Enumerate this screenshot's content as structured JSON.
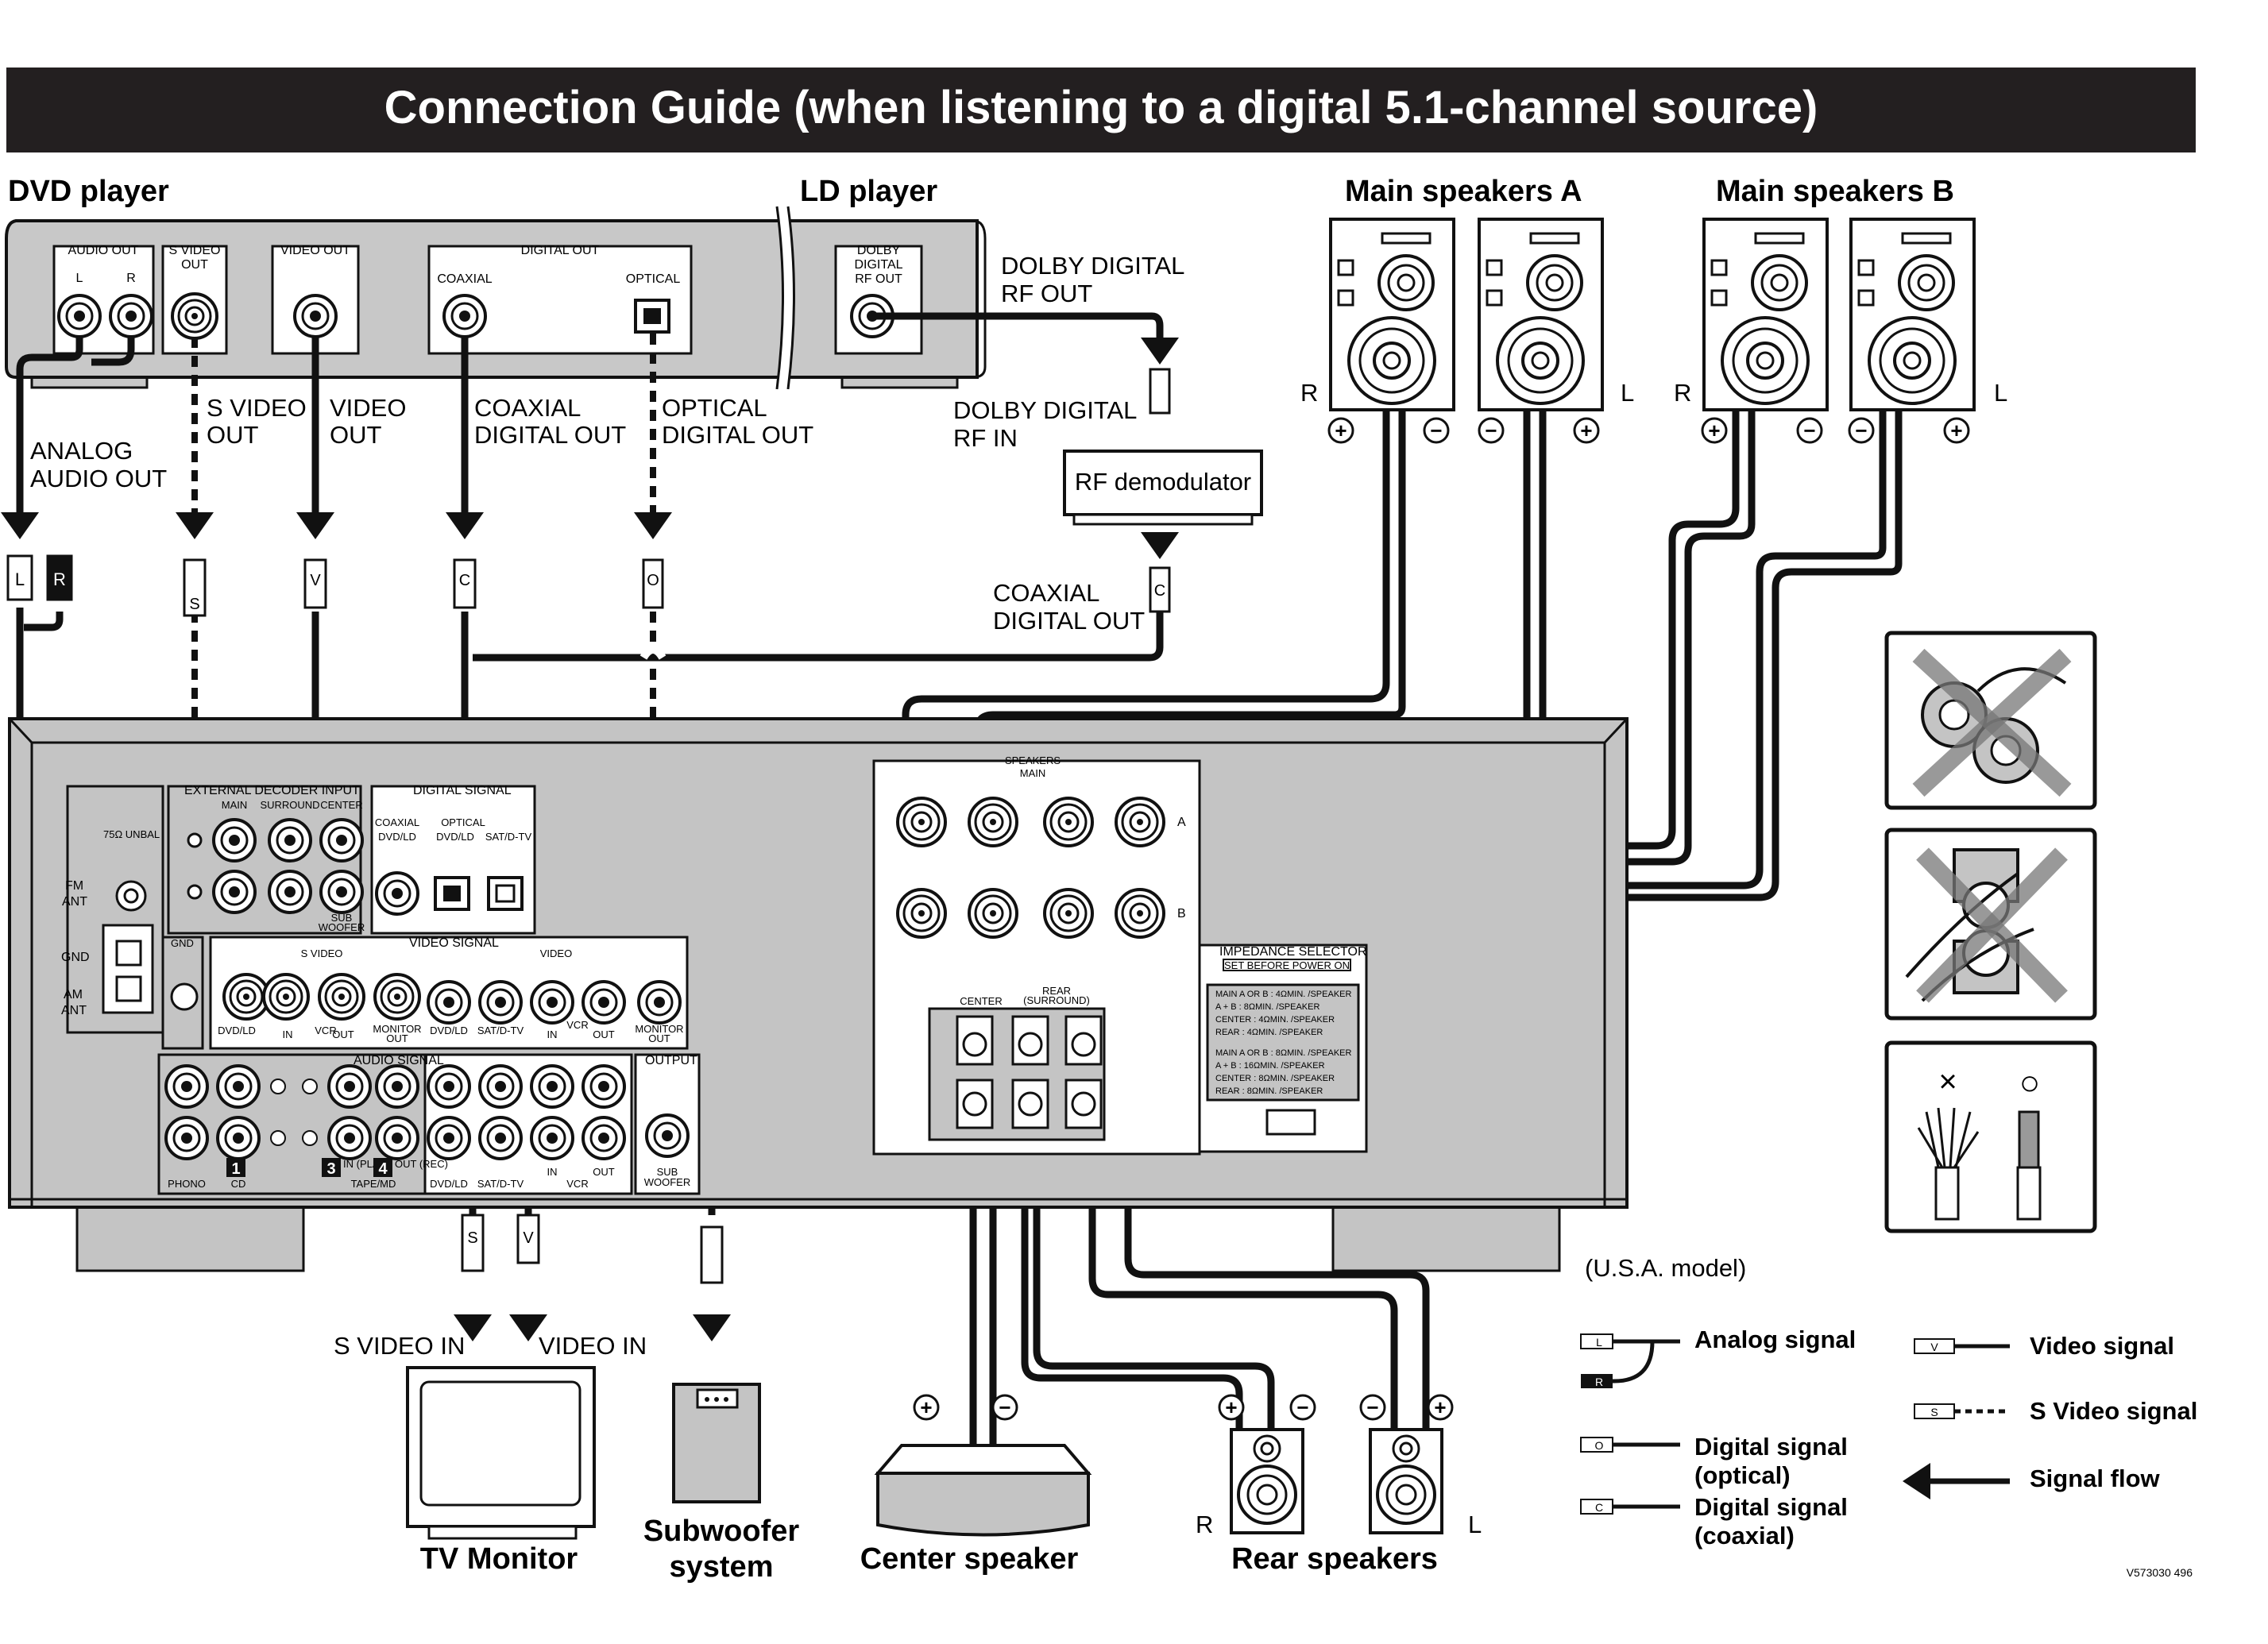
{
  "title": "Connection Guide (when listening to a digital 5.1-channel source)",
  "devices": {
    "dvd": "DVD player",
    "ld": "LD player",
    "main_a": "Main speakers A",
    "main_b": "Main speakers B",
    "tv": "TV Monitor",
    "sub_1": "Subwoofer",
    "sub_2": "system",
    "center": "Center speaker",
    "rear": "Rear speakers",
    "rf_demod": "RF demodulator"
  },
  "player_ports": {
    "audio_out": "AUDIO OUT",
    "l": "L",
    "r": "R",
    "svideo_out_1": "S VIDEO",
    "svideo_out_2": "OUT",
    "video_out": "VIDEO OUT",
    "digital_out": "DIGITAL OUT",
    "coaxial": "COAXIAL",
    "optical": "OPTICAL",
    "dolby_1": "DOLBY",
    "dolby_2": "DIGITAL",
    "dolby_3": "RF OUT"
  },
  "cable_labels": {
    "dolby_rf_out_1": "DOLBY DIGITAL",
    "dolby_rf_out_2": "RF OUT",
    "dolby_rf_in_1": "DOLBY DIGITAL",
    "dolby_rf_in_2": "RF IN",
    "coax_digital_1": "COAXIAL",
    "coax_digital_2": "DIGITAL OUT",
    "svideo_1": "S VIDEO",
    "svideo_2": "OUT",
    "video_1": "VIDEO",
    "video_2": "OUT",
    "coax_1": "COAXIAL",
    "coax_2": "DIGITAL OUT",
    "optical_1": "OPTICAL",
    "optical_2": "DIGITAL OUT",
    "analog_1": "ANALOG",
    "analog_2": "AUDIO OUT",
    "svideo_in": "S VIDEO IN",
    "video_in": "VIDEO IN"
  },
  "plug_letters": {
    "l": "L",
    "r": "R",
    "s": "S",
    "v": "V",
    "c": "C",
    "o": "O"
  },
  "speaker_marks": {
    "r": "R",
    "l": "L",
    "plus": "+",
    "minus": "−"
  },
  "receiver": {
    "external_decoder_input": "EXTERNAL DECODER INPUT",
    "main": "MAIN",
    "surround": "SURROUND",
    "center": "CENTER",
    "sub_1": "SUB",
    "sub_2": "WOOFER",
    "unbal": "75Ω UNBAL",
    "fm_1": "FM",
    "fm_2": "ANT",
    "gnd": "GND",
    "am_1": "AM",
    "am_2": "ANT",
    "digital_signal": "DIGITAL SIGNAL",
    "coaxial": "COAXIAL",
    "optical": "OPTICAL",
    "dvd_ld": "DVD/LD",
    "sat_dtv": "SAT/D-TV",
    "video_signal": "VIDEO SIGNAL",
    "s_video": "S VIDEO",
    "video": "VIDEO",
    "in": "IN",
    "out": "OUT",
    "vcr": "VCR",
    "monitor_1": "MONITOR",
    "monitor_2": "OUT",
    "audio_signal": "AUDIO SIGNAL",
    "output": "OUTPUT",
    "phono": "PHONO",
    "cd": "CD",
    "tape_md": "TAPE/MD",
    "in_play": "IN (PLAY)",
    "out_rec": "OUT (REC)",
    "num_1": "1",
    "num_3": "3",
    "num_4": "4",
    "speakers": "SPEAKERS",
    "speakers_main": "MAIN",
    "sp_a": "A",
    "sp_b": "B",
    "center_sp": "CENTER",
    "rear_1": "REAR",
    "rear_2": "(SURROUND)",
    "imp_title": "IMPEDANCE SELECTOR",
    "imp_sub": "SET BEFORE POWER ON",
    "imp_rows_1": [
      "MAIN A OR B : 4ΩMIN. /SPEAKER",
      "A + B : 8ΩMIN. /SPEAKER",
      "CENTER : 4ΩMIN. /SPEAKER",
      "REAR : 4ΩMIN. /SPEAKER"
    ],
    "imp_rows_2": [
      "MAIN A OR B : 8ΩMIN. /SPEAKER",
      "A + B : 16ΩMIN. /SPEAKER",
      "CENTER : 8ΩMIN. /SPEAKER",
      "REAR : 8ΩMIN. /SPEAKER"
    ]
  },
  "tips": {
    "bad": "×",
    "good": "○"
  },
  "model_note": "(U.S.A. model)",
  "legend": {
    "analog": "Analog signal",
    "digital_opt_1": "Digital signal",
    "digital_opt_2": "(optical)",
    "digital_coax_1": "Digital signal",
    "digital_coax_2": "(coaxial)",
    "video": "Video signal",
    "svideo": "S Video signal",
    "flow": "Signal flow"
  },
  "code": "V573030  496",
  "colors": {
    "ink": "#111111",
    "panel": "#c8c8c8",
    "banner": "#231f20",
    "receiver_body": "#c4c4c4"
  }
}
